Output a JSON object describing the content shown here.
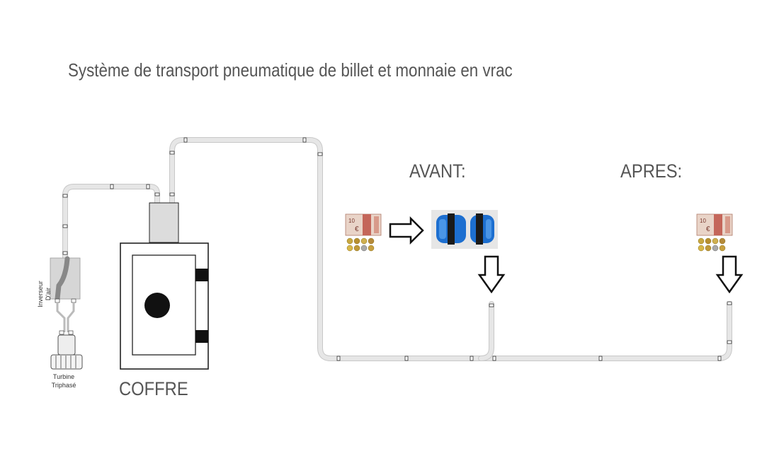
{
  "title": "Système de transport pneumatique de billet et monnaie en vrac",
  "labels": {
    "coffre": "COFFRE",
    "avant": "AVANT:",
    "apres": "APRES:",
    "turbine_line1": "Turbine",
    "turbine_line2": "Triphasé",
    "inverseur_line1": "Inverseur",
    "inverseur_line2": "D'air"
  },
  "banknote": {
    "value": "10",
    "currency_symbol": "€"
  },
  "icons": {
    "right_arrow": "outline-right-arrow-icon",
    "down_arrow": "outline-down-arrow-icon",
    "capsule": "blue-capsule-icon",
    "safe": "safe-icon",
    "turbine": "turbine-icon",
    "air_inverter": "air-inverter-icon",
    "cash": "euro-cash-icon"
  },
  "colors": {
    "tube": "#e2e2e2",
    "tube_edge": "#c4c4c4",
    "text": "#555555",
    "capsule_blue": "#1d6fd0",
    "safe_outline": "#222222",
    "inverter_box": "#d9d9d9"
  }
}
